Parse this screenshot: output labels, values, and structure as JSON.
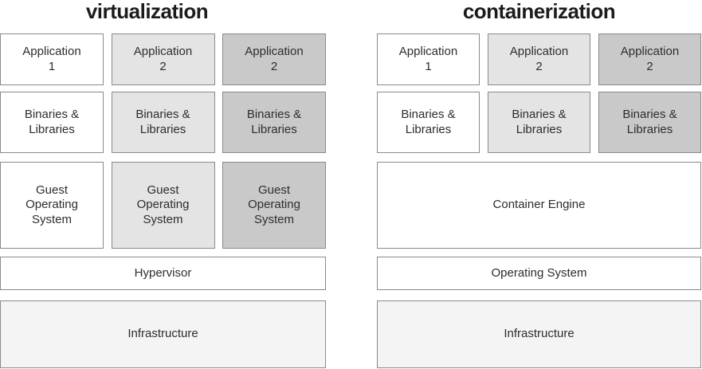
{
  "colors": {
    "background": "#ffffff",
    "border": "#8a8a8a",
    "text": "#2d2d2d",
    "title_text": "#1c1c1c",
    "box_white": "#ffffff",
    "box_light": "#e4e4e4",
    "box_medium": "#c9c9c9",
    "box_faint": "#f4f4f4"
  },
  "left_panel": {
    "title": "virtualization",
    "app_row": [
      {
        "label": "Application\n1"
      },
      {
        "label": "Application\n2"
      },
      {
        "label": "Application\n2"
      }
    ],
    "bin_row": [
      {
        "label": "Binaries &\nLibraries"
      },
      {
        "label": "Binaries &\nLibraries"
      },
      {
        "label": "Binaries &\nLibraries"
      }
    ],
    "guest_row": [
      {
        "label": "Guest\nOperating\nSystem"
      },
      {
        "label": "Guest\nOperating\nSystem"
      },
      {
        "label": "Guest\nOperating\nSystem"
      }
    ],
    "hypervisor_label": "Hypervisor",
    "infrastructure_label": "Infrastructure"
  },
  "right_panel": {
    "title": "containerization",
    "app_row": [
      {
        "label": "Application\n1"
      },
      {
        "label": "Application\n2"
      },
      {
        "label": "Application\n2"
      }
    ],
    "bin_row": [
      {
        "label": "Binaries &\nLibraries"
      },
      {
        "label": "Binaries &\nLibraries"
      },
      {
        "label": "Binaries &\nLibraries"
      }
    ],
    "container_engine_label": "Container Engine",
    "operating_system_label": "Operating System",
    "infrastructure_label": "Infrastructure"
  }
}
